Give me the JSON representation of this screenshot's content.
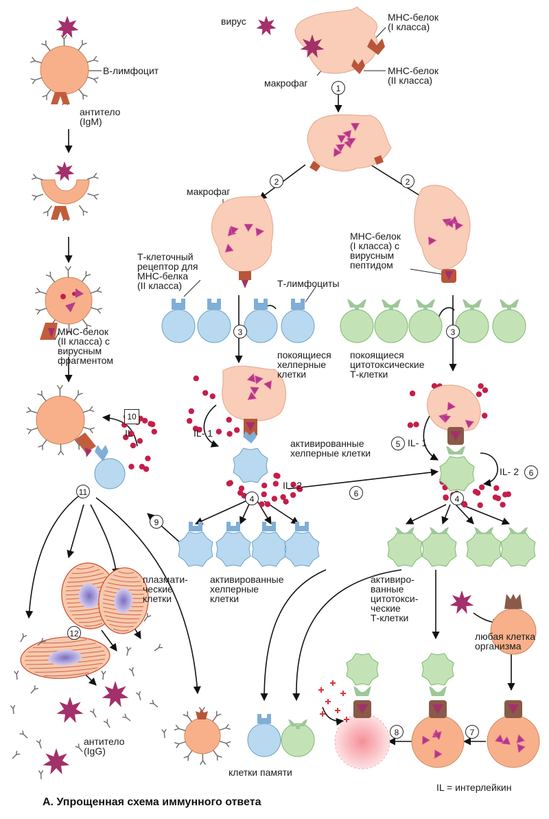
{
  "caption": "А. Упрощенная схема иммунного ответа",
  "legend": "IL = интерлейкин",
  "labels": {
    "b_lymphocyte": "В-лимфоцит",
    "antibody_igm": "антитело\n(IgM)",
    "virus": "вирус",
    "mhc1": "МНС-белок\n(I класса)",
    "mhc2": "МНС-белок\n(II класса)",
    "macrophage_top": "макрофаг",
    "macrophage_left": "макрофаг",
    "t_receptor": "Т-клеточный\nрецептор для\nМНС-белка\n(II класса)",
    "mhc1_peptide": "МНС-белок\n(I класса) с\nвирусным\nпептидом",
    "t_lymphocytes": "Т-лимфоциты",
    "mhc2_fragment": "МНС-белок\n(II класса) с\nвирусным\nфрагментом",
    "resting_helper": "покоящиеся\nхелперные\nклетки",
    "resting_cytotoxic": "покоящиеся\nцитотоксические\nТ-клетки",
    "activated_helper_mid": "активированные\nхелперные клетки",
    "il_b": "IL",
    "il1_left": "IL- 1",
    "il1_right": "IL- 1",
    "il2_mid": "IL- 2",
    "il2_right": "IL- 2",
    "plasma_cells": "плазмати-\nческие\nклетки",
    "activated_helper_bottom": "активированные\nхелперные\nклетки",
    "activated_cytotoxic": "активиро-\nванные\nцитотокси-\nческие\nТ-клетки",
    "any_cell": "любая клетка\nорганизма",
    "antibody_igg": "антитело\n(IgG)",
    "memory_cells": "клетки памяти"
  },
  "steps": {
    "s1": "1",
    "s2a": "2",
    "s2b": "2",
    "s3a": "3",
    "s3b": "3",
    "s4a": "4",
    "s4b": "4",
    "s5": "5",
    "s6a": "6",
    "s6b": "6",
    "s7": "7",
    "s8": "8",
    "s9": "9",
    "s10": "10",
    "s11": "11",
    "s12": "12"
  },
  "colors": {
    "b_cell": "#f7b08a",
    "macrophage": "#f9cdb7",
    "helper_cell": "#b8d9ef",
    "cytotoxic_cell": "#c3e3b6",
    "virus": "#a2306a",
    "il_dot": "#c41e4a",
    "mhc": "#b8553a",
    "plasma_stripe": "#c9482c",
    "plasma_nucleus": "#8f7fc7",
    "plus_sign": "#e0303a"
  }
}
